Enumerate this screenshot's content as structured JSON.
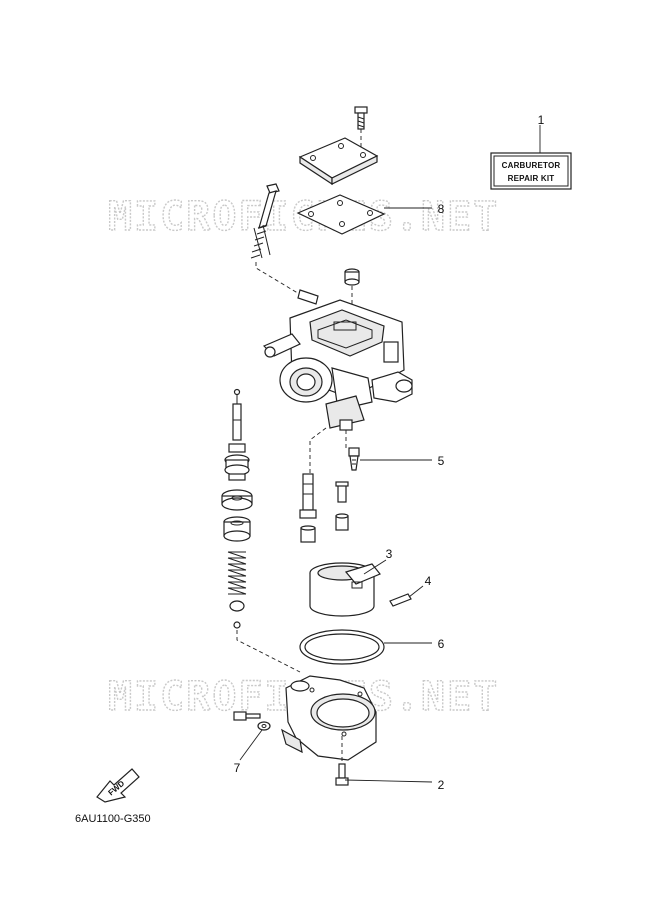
{
  "watermark": "MICROFICHES.NET",
  "diagram_code": "6AU1100-G350",
  "kit_box": {
    "line1": "CARBURETOR",
    "line2": "REPAIR KIT"
  },
  "fwd_label": "FWD",
  "callouts": [
    {
      "id": "1",
      "label": "1"
    },
    {
      "id": "2",
      "label": "2"
    },
    {
      "id": "3",
      "label": "3"
    },
    {
      "id": "4",
      "label": "4"
    },
    {
      "id": "5",
      "label": "5"
    },
    {
      "id": "6",
      "label": "6"
    },
    {
      "id": "7",
      "label": "7"
    },
    {
      "id": "8",
      "label": "8"
    }
  ]
}
